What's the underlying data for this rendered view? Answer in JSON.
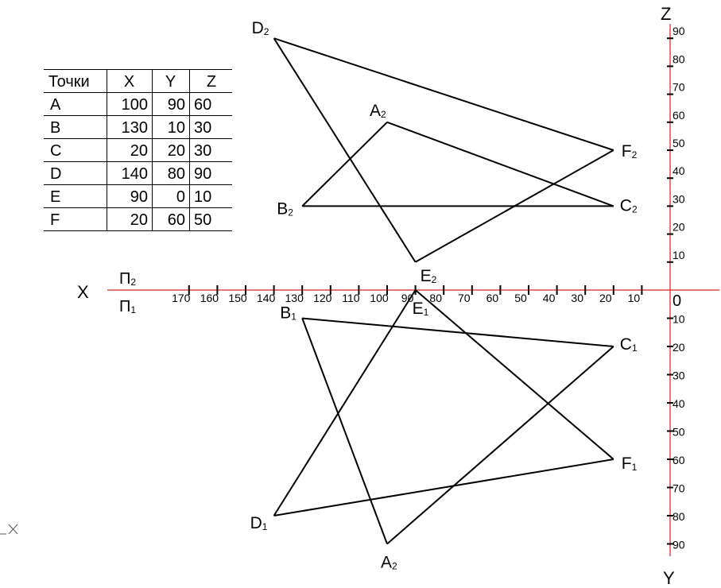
{
  "table": {
    "headers": [
      "Точки",
      "X",
      "Y",
      "Z"
    ],
    "rows": [
      [
        "A",
        "100",
        "90",
        "60"
      ],
      [
        "B",
        "130",
        "10",
        "30"
      ],
      [
        "C",
        "20",
        "20",
        "30"
      ],
      [
        "D",
        "140",
        "80",
        "90"
      ],
      [
        "E",
        "90",
        "0",
        "10"
      ],
      [
        "F",
        "20",
        "60",
        "50"
      ]
    ]
  },
  "axes": {
    "x_label": "X",
    "z_label": "Z",
    "y_label": "Y",
    "plane_upper": "П",
    "plane_upper_sub": "2",
    "plane_lower": "П",
    "plane_lower_sub": "1",
    "origin_label": "0",
    "x_ticks": [
      "10",
      "20",
      "30",
      "40",
      "50",
      "60",
      "70",
      "80",
      "90",
      "100",
      "110",
      "120",
      "130",
      "140",
      "150",
      "160",
      "170"
    ],
    "z_ticks": [
      "10",
      "20",
      "30",
      "40",
      "50",
      "60",
      "70",
      "80",
      "90"
    ],
    "y_ticks": [
      "10",
      "20",
      "30",
      "40",
      "50",
      "60",
      "70",
      "80",
      "90"
    ]
  },
  "points": {
    "A": {
      "x": 100,
      "y": 90,
      "z": 60
    },
    "B": {
      "x": 130,
      "y": 10,
      "z": 30
    },
    "C": {
      "x": 20,
      "y": 20,
      "z": 30
    },
    "D": {
      "x": 140,
      "y": 80,
      "z": 90
    },
    "E": {
      "x": 90,
      "y": 0,
      "z": 10
    },
    "F": {
      "x": 20,
      "y": 60,
      "z": 50
    }
  },
  "frontal_labels": [
    {
      "point": "A",
      "name": "A",
      "sub": "2"
    },
    {
      "point": "B",
      "name": "B",
      "sub": "2"
    },
    {
      "point": "C",
      "name": "C",
      "sub": "2"
    },
    {
      "point": "D",
      "name": "D",
      "sub": "2"
    },
    {
      "point": "E",
      "name": "E",
      "sub": "2"
    },
    {
      "point": "F",
      "name": "F",
      "sub": "2"
    }
  ],
  "horizontal_labels": [
    {
      "point": "A",
      "name": "A",
      "sub": "2"
    },
    {
      "point": "B",
      "name": "B",
      "sub": "1"
    },
    {
      "point": "C",
      "name": "C",
      "sub": "1"
    },
    {
      "point": "D",
      "name": "D",
      "sub": "1"
    },
    {
      "point": "E",
      "name": "E",
      "sub": "1"
    },
    {
      "point": "F",
      "name": "F",
      "sub": "1"
    }
  ],
  "triangles": [
    [
      "A",
      "B",
      "C"
    ],
    [
      "D",
      "E",
      "F"
    ]
  ],
  "colors": {
    "axis": "#d42020",
    "lines": "#000000"
  }
}
